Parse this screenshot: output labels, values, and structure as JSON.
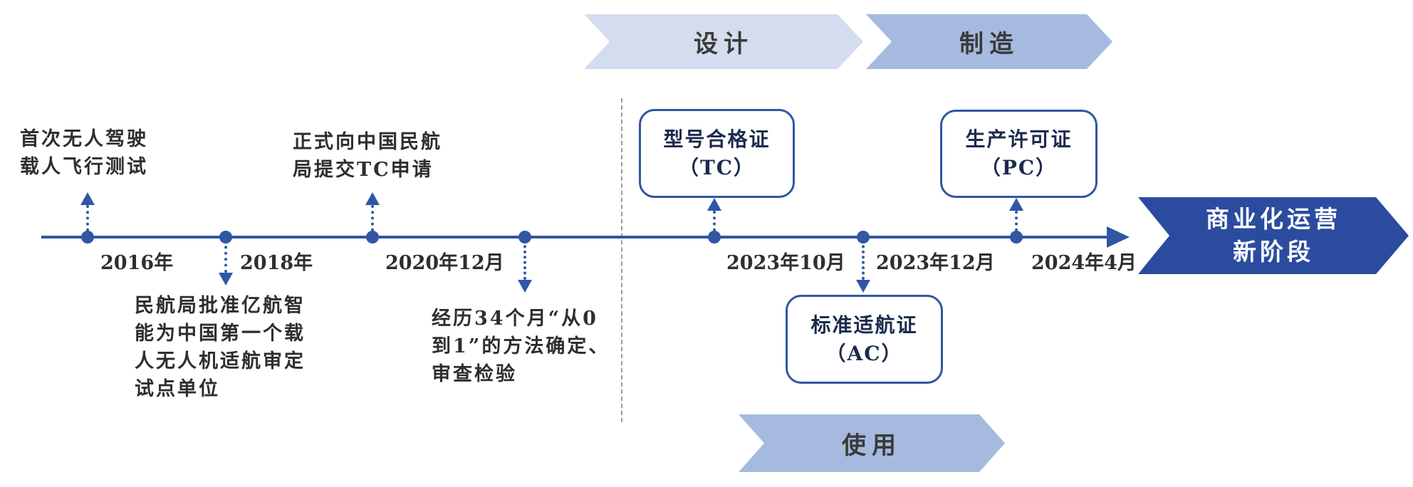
{
  "stages": {
    "design": "设计",
    "manufacture": "制造",
    "use": "使用"
  },
  "final_stage": {
    "lines": [
      "商业化运营",
      "新阶段"
    ]
  },
  "milestones": [
    {
      "date": "2016年",
      "lines": [
        "首次无人驾驶",
        "载人飞行测试"
      ]
    },
    {
      "date": "2018年",
      "lines": [
        "民航局批准亿航智",
        "能为中国第一个载",
        "人无人机适航审定",
        "试点单位"
      ]
    },
    {
      "date": "2020年12月",
      "lines": [
        "正式向中国民航",
        "局提交TC申请"
      ]
    },
    {
      "lines": [
        "经历34个月“从0",
        "到1”的方法确定、",
        "审查检验"
      ]
    },
    {
      "date": "2023年10月",
      "certificate": {
        "name": "型号合格证",
        "code": "（TC）"
      }
    },
    {
      "date": "2023年12月",
      "certificate": {
        "name": "标准适航证",
        "code": "（AC）"
      }
    },
    {
      "date": "2024年4月",
      "certificate": {
        "name": "生产许可证",
        "code": "（PC）"
      }
    }
  ],
  "colors": {
    "accent_blue": "#3056a4",
    "final_stage_dark_blue": "#2b4b9e",
    "design_banner_light_blue": "#d4ddef",
    "manufacture_use_banner_blue": "#a6bae0",
    "divider_gray": "#9a9a9a",
    "text_ink": "#2e2e2e",
    "certificate_text_navy": "#1c2b4d"
  }
}
